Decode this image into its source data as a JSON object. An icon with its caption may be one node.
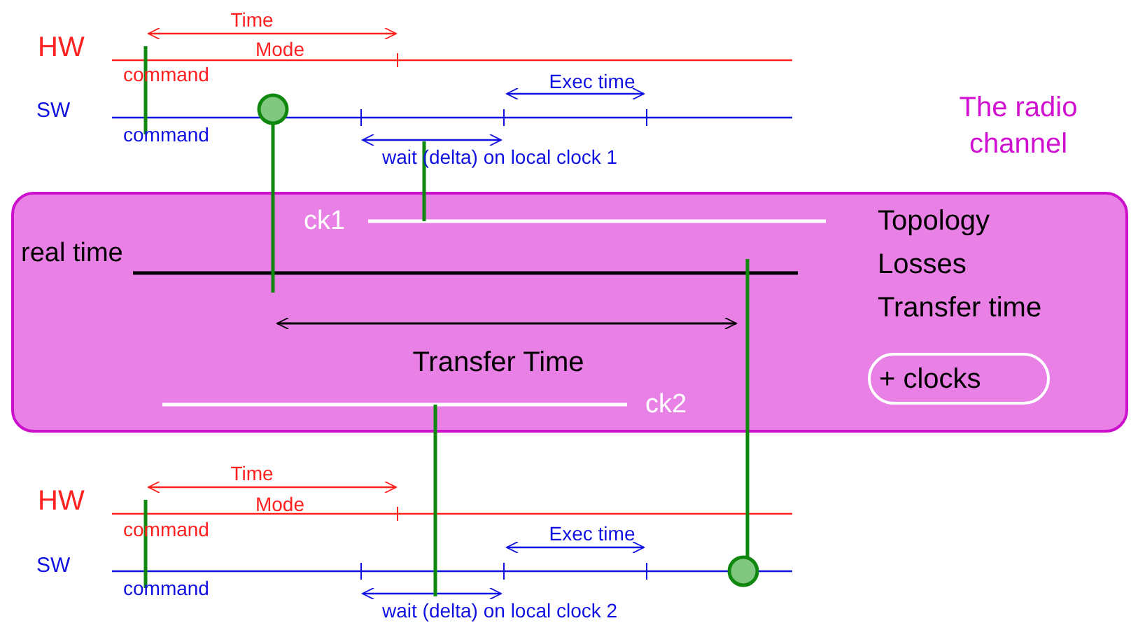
{
  "diagram": {
    "nodes": [
      {
        "text": [
          "The radio channel",
          "Topology",
          "Losses",
          "Transfer time"
        ]
      },
      {
        "text": [
          "+ clocks"
        ],
        "in": 0
      },
      {
        "text": [],
        "shape": "circle"
      },
      {
        "text": [],
        "shape": "circle"
      }
    ],
    "labels": [
      "HW",
      "Time",
      "Mode",
      "command",
      "SW",
      "Exec time",
      "command",
      "wait (delta) on local clock 1",
      "ck1",
      "real time",
      "Transfer Time",
      "ck2",
      "HW",
      "Time",
      "Mode",
      "command",
      "SW",
      "Exec time",
      "command",
      "wait (delta) on local clock 2"
    ]
  }
}
